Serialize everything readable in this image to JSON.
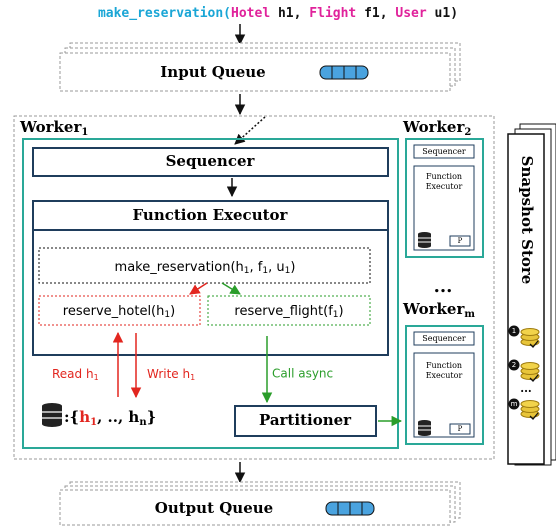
{
  "colors": {
    "teal": "#2aa898",
    "navy": "#1f3d5c",
    "red": "#e2261f",
    "green": "#2a9d2a",
    "magenta": "#e0229b",
    "cyan": "#1aa6d6",
    "queue_blue": "#4aa3df"
  },
  "title_call": {
    "func": "make_reservation(",
    "t1": "Hotel",
    "a1": " h1, ",
    "t2": "Flight",
    "a2": " f1, ",
    "t3": "User",
    "a3": " u1)"
  },
  "input_queue": {
    "label": "Input Queue",
    "icon": "queue-icon"
  },
  "output_queue": {
    "label": "Output Queue",
    "icon": "queue-icon"
  },
  "worker1": {
    "label": "Worker",
    "sub": "1",
    "sequencer": "Sequencer",
    "executor_title": "Function Executor",
    "root_call": {
      "pre": "make_reservation(h",
      "s1": "1",
      "m1": ", f",
      "s2": "1",
      "m2": ", u",
      "s3": "1",
      "post": ")"
    },
    "hotel_call": {
      "pre": "reserve_hotel(h",
      "sub": "1",
      "post": ")"
    },
    "flight_call": {
      "pre": "reserve_flight(f",
      "sub": "1",
      "post": ")"
    },
    "read_label": {
      "pre": "Read h",
      "sub": "1"
    },
    "write_label": {
      "pre": "Write h",
      "sub": "1"
    },
    "call_async": "Call async",
    "state": {
      "pre": ":{",
      "h1": "h",
      "h1sub": "1",
      "mid": ", .., h",
      "nsub": "n",
      "post": "}"
    },
    "partitioner": "Partitioner"
  },
  "worker2": {
    "label": "Worker",
    "sub": "2",
    "sequencer": "Sequencer",
    "executor_line1": "Function",
    "executor_line2": "Executor",
    "partitioner": "P"
  },
  "ellipsis": "...",
  "workerm": {
    "label": "Worker",
    "sub": "m",
    "sequencer": "Sequencer",
    "executor_line1": "Function",
    "executor_line2": "Executor",
    "partitioner": "P"
  },
  "snapshot_store": {
    "label": "Snapshot Store",
    "badges": [
      "1",
      "2",
      "m"
    ],
    "dots": "..."
  }
}
